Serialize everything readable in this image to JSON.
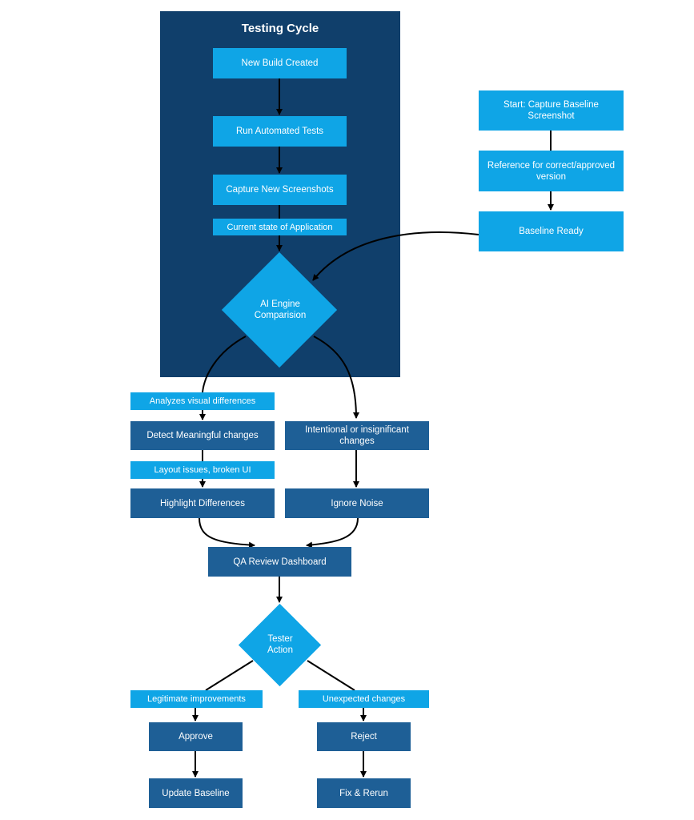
{
  "panel": {
    "title": "Testing Cycle"
  },
  "cycle": {
    "new_build": "New Build Created",
    "run_tests": "Run Automated Tests",
    "capture": "Capture New Screenshots",
    "current_state": "Current state of Application",
    "ai_engine": "AI Engine\nComparision"
  },
  "baseline": {
    "start": "Start: Capture Baseline Screenshot",
    "reference": "Reference for correct/approved version",
    "ready": "Baseline Ready"
  },
  "left_branch": {
    "label": "Analyzes visual differences",
    "detect": "Detect Meaningful changes",
    "label2": "Layout issues, broken UI",
    "highlight": "Highlight Differences"
  },
  "right_branch": {
    "intentional": "Intentional or insignificant changes",
    "ignore": "Ignore Noise"
  },
  "review": {
    "dashboard": "QA Review Dashboard",
    "tester": "Tester\nAction"
  },
  "approve_branch": {
    "label": "Legitimate improvements",
    "approve": "Approve",
    "update": "Update Baseline"
  },
  "reject_branch": {
    "label": "Unexpected changes",
    "reject": "Reject",
    "fix": "Fix & Rerun"
  },
  "colors": {
    "panel": "#103f6b",
    "light_box": "#0fa5e6",
    "dark_box": "#1e5f96"
  }
}
